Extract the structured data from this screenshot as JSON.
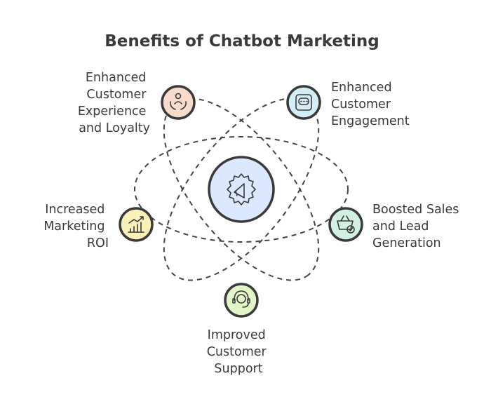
{
  "title": "Benefits of Chatbot Marketing",
  "center": {
    "icon": "megaphone-gear-icon",
    "color": "#dce8ff"
  },
  "benefits": [
    {
      "lines": [
        "Enhanced",
        "Customer",
        "Experience",
        "and Loyalty"
      ],
      "icon": "customer-hands-icon",
      "color": "#f7dccb"
    },
    {
      "lines": [
        "Enhanced",
        "Customer",
        "Engagement"
      ],
      "icon": "chat-bubble-icon",
      "color": "#d4eef7"
    },
    {
      "lines": [
        "Increased",
        "Marketing",
        "ROI"
      ],
      "icon": "growth-chart-icon",
      "color": "#fbf1b8"
    },
    {
      "lines": [
        "Boosted Sales",
        "and Lead",
        "Generation"
      ],
      "icon": "shopping-basket-check-icon",
      "color": "#d2f1e2"
    },
    {
      "lines": [
        "Improved",
        "Customer",
        "Support"
      ],
      "icon": "headset-icon",
      "color": "#e2f5c9"
    }
  ]
}
